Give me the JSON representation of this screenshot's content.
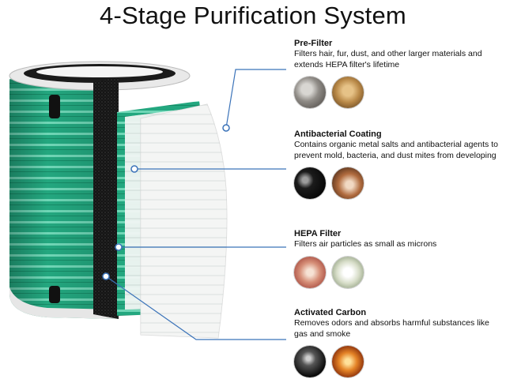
{
  "title": "4-Stage Purification System",
  "colors": {
    "accent_line": "#3b73b9",
    "hepa_green": "#2bb38a",
    "filter_frame": "#1f7a5c"
  },
  "stages": [
    {
      "heading": "Pre-Filter",
      "description": "Filters hair, fur, dust, and other larger materials and extends HEPA filter's lifetime",
      "thumbnails": [
        "dust-photo",
        "fur-photo"
      ]
    },
    {
      "heading": "Antibacterial Coating",
      "description": "Contains organic metal salts and antibacterial agents to prevent mold, bacteria, and dust mites from developing",
      "thumbnails": [
        "mold-photo",
        "bacteria-photo"
      ]
    },
    {
      "heading": "HEPA Filter",
      "description": "Filters air particles as small as microns",
      "thumbnails": [
        "particle-photo",
        "pollen-photo"
      ]
    },
    {
      "heading": "Activated Carbon",
      "description": "Removes odors and absorbs harmful substances like gas and smoke",
      "thumbnails": [
        "gas-photo",
        "smoke-photo"
      ]
    }
  ]
}
